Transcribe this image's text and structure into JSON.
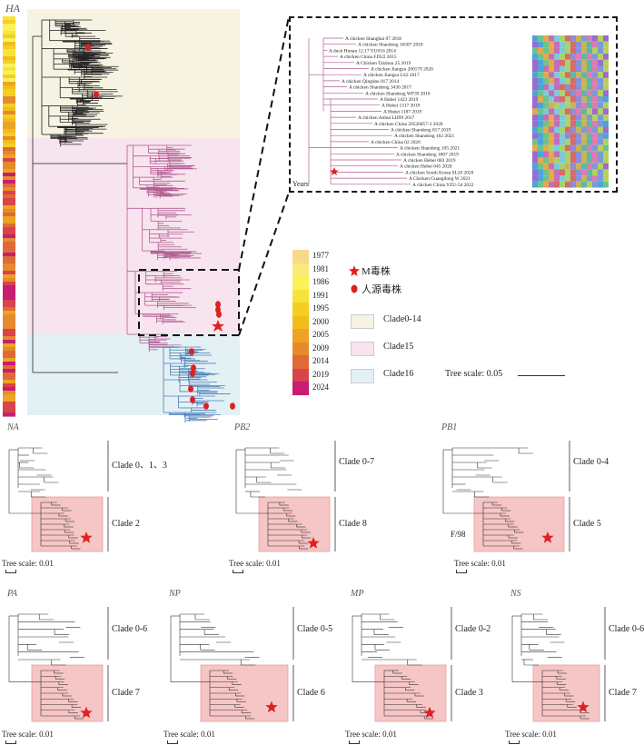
{
  "ha_panel": {
    "gene_label": "HA",
    "year_legend": [
      {
        "year": "1977",
        "color": "#f7d98a"
      },
      {
        "year": "1981",
        "color": "#f9ea79"
      },
      {
        "year": "1986",
        "color": "#fbf25a"
      },
      {
        "year": "1991",
        "color": "#f7e33a"
      },
      {
        "year": "1995",
        "color": "#f4cf22"
      },
      {
        "year": "2000",
        "color": "#f3bd19"
      },
      {
        "year": "2005",
        "color": "#eda323"
      },
      {
        "year": "2009",
        "color": "#e68a2d"
      },
      {
        "year": "2014",
        "color": "#e06a37"
      },
      {
        "year": "2019",
        "color": "#d9434a"
      },
      {
        "year": "2024",
        "color": "#c81d71"
      }
    ],
    "symbol_legend": [
      {
        "label": "M毒株",
        "icon": "red-star-icon",
        "color": "#e02020"
      },
      {
        "label": "人源毒株",
        "icon": "red-dot-icon",
        "color": "#e02020"
      }
    ],
    "clade_legend": [
      {
        "label": "Clade0-14",
        "color": "#f7f3e3"
      },
      {
        "label": "Clade15",
        "color": "#f7e4ee"
      },
      {
        "label": "Clade16",
        "color": "#e3f0f4"
      }
    ],
    "tree_scale": "Tree scale: 0.05",
    "inset": {
      "years_label": "Years",
      "taxa": [
        "A chicken Shanghai 07 2018",
        "A chicken Shandong 16587 2018",
        "A duck Hunan 12.17 YU016 2014",
        "A chicken China FJ922 2015",
        "A Chicken Taizhou 25 2019",
        "A chicken Jiangsu 200179 2020",
        "A chicken Jiangsu LS2 2017",
        "A chicken Qingdao 017 2014",
        "A chicken Shandong 3430 2017",
        "A chicken Shandong WF39 2016",
        "A Hubei 1423 2019",
        "A Hubei 1317 2019",
        "A Hubei 1187 2019",
        "A chicken Anhui LH99 2017",
        "A chicken China 20520057-3 2020",
        "A chicken Shandong 817 2019",
        "A chicken Shandong 102 2021",
        "A chicken China 02 2020",
        "A chicken Shandong 105 2021",
        "A chicken Shandong 1807 2019",
        "A chicken Hebei 083 2019",
        "A chicken Hebei 045 2020",
        "A chicken South Korea SL20 2020",
        "A Chicken Guangdong W 2021",
        "A chicken China YZU-54 2022"
      ]
    }
  },
  "small_panels": [
    {
      "gene": "NA",
      "clades": [
        "Clade 0、1、3",
        "Clade 2"
      ],
      "scale": "Tree scale: 0.01",
      "extra": ""
    },
    {
      "gene": "PB2",
      "clades": [
        "Clade 0-7",
        "Clade 8"
      ],
      "scale": "Tree scale: 0.01",
      "extra": ""
    },
    {
      "gene": "PB1",
      "clades": [
        "Clade 0-4",
        "Clade 5"
      ],
      "scale": "Tree scale: 0.01",
      "extra": "F/98"
    },
    {
      "gene": "PA",
      "clades": [
        "Clade 0-6",
        "Clade 7"
      ],
      "scale": "Tree scale: 0.01",
      "extra": ""
    },
    {
      "gene": "NP",
      "clades": [
        "Clade 0-5",
        "Clade 6"
      ],
      "scale": "Tree scale: 0.01",
      "extra": ""
    },
    {
      "gene": "MP",
      "clades": [
        "Clade 0-2",
        "Clade 3"
      ],
      "scale": "Tree scale: 0.01",
      "extra": ""
    },
    {
      "gene": "NS",
      "clades": [
        "Clade 0-6",
        "Clade 7"
      ],
      "scale": "Tree scale: 0.01",
      "extra": ""
    }
  ]
}
